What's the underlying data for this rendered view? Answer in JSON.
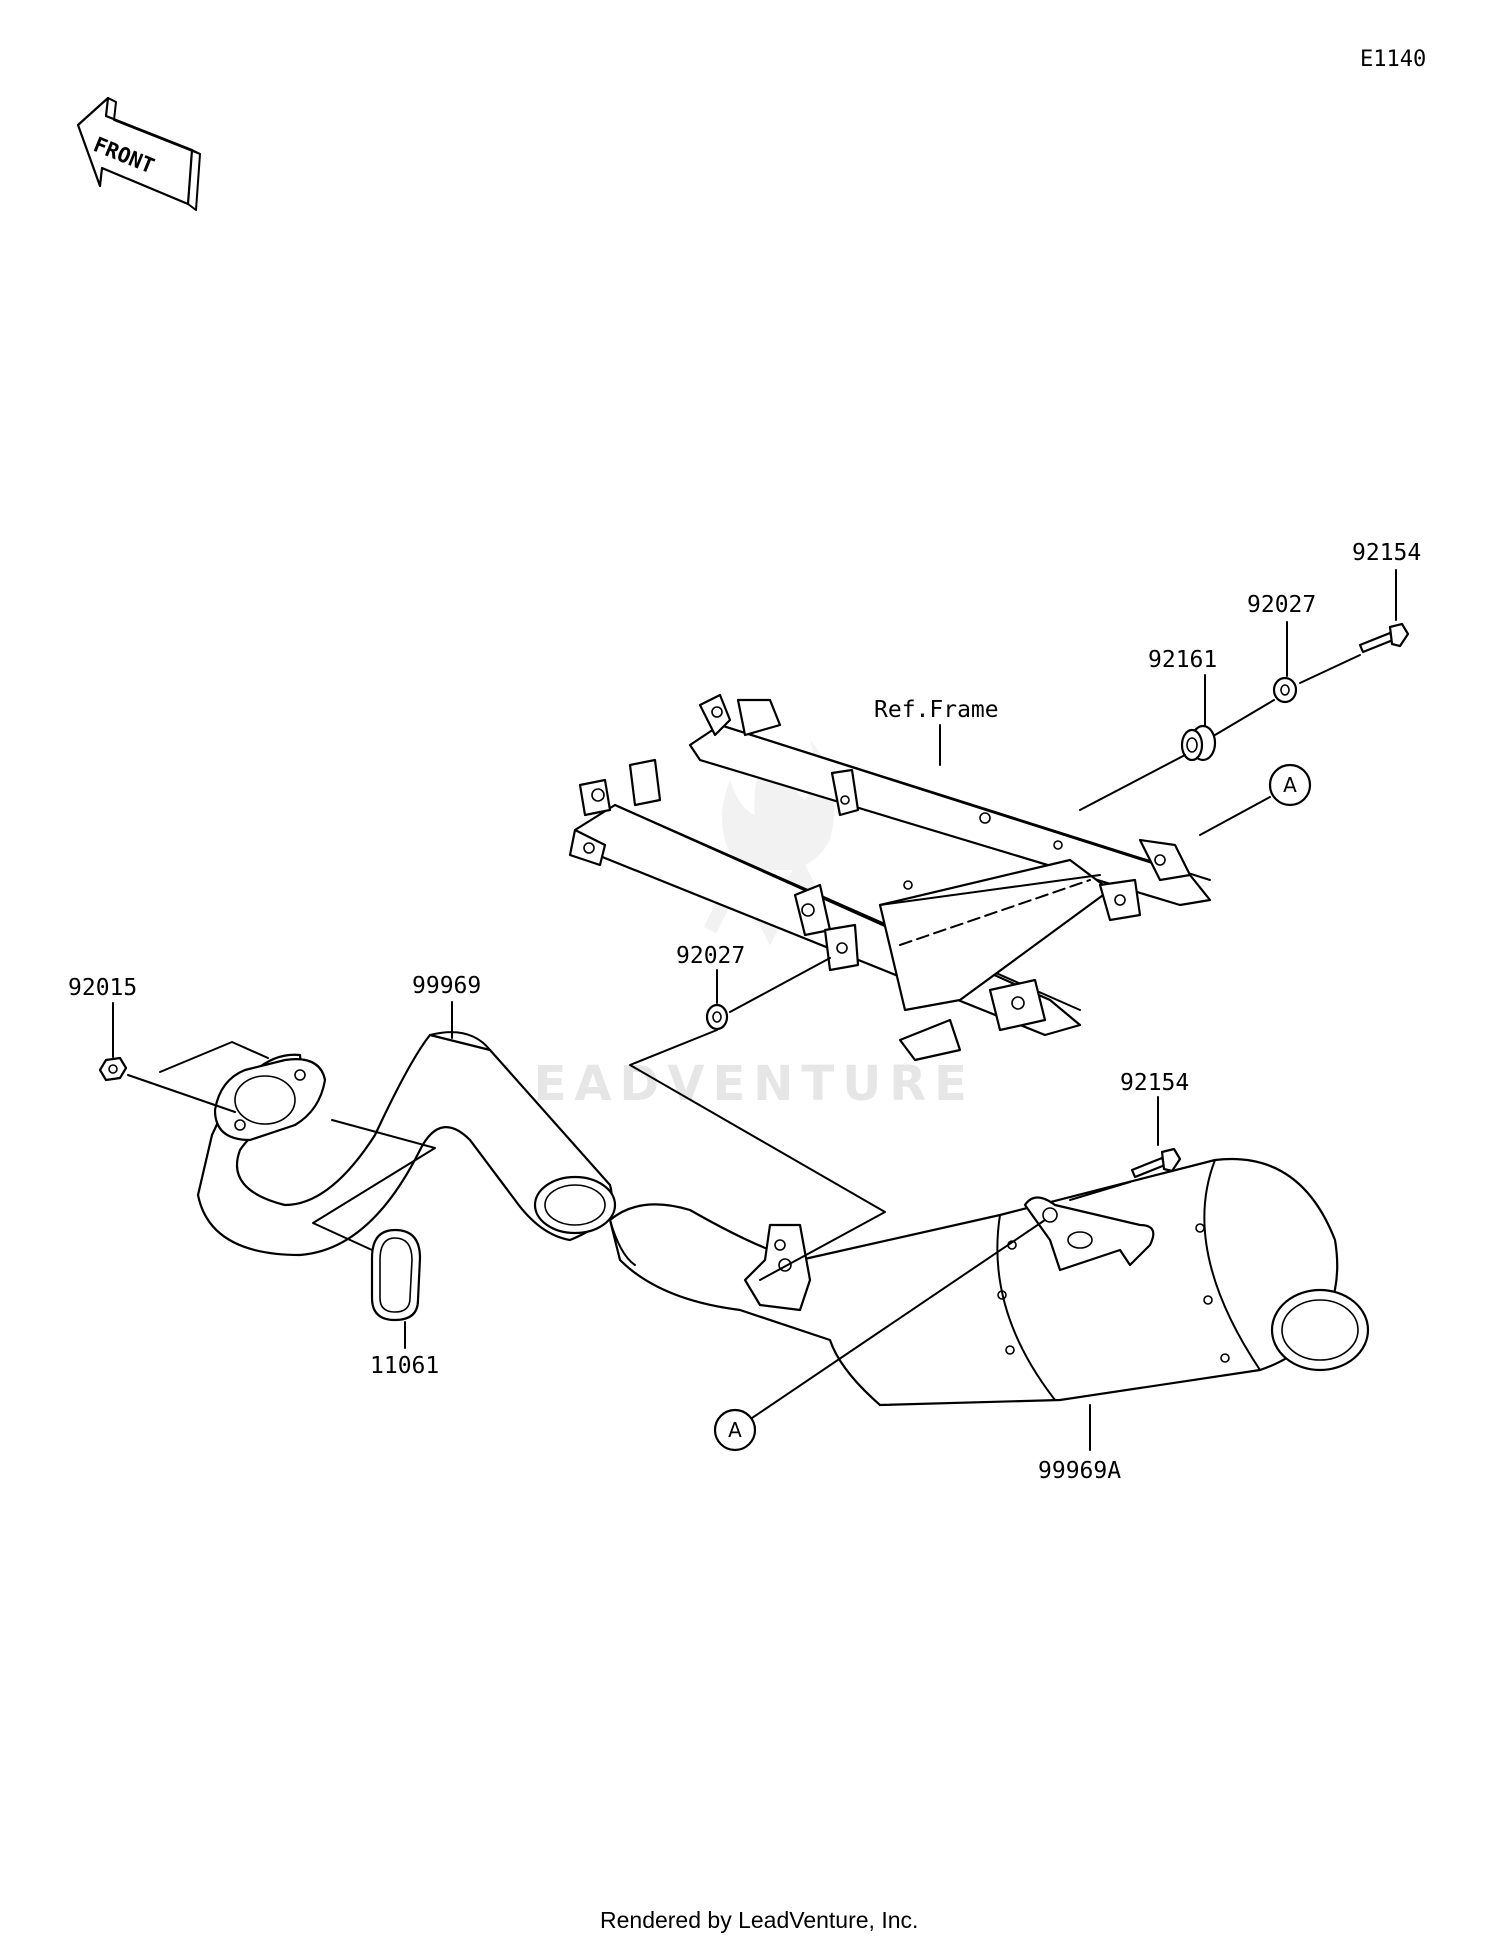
{
  "diagram_code": "E1140",
  "front_arrow": {
    "label": "FRONT",
    "icon": "front-arrow-icon"
  },
  "watermark": "LEADVENTURE",
  "reference_label": "Ref.Frame",
  "callouts": {
    "A_top": "A",
    "A_bottom": "A"
  },
  "parts": [
    {
      "id": "p92154_top",
      "number": "92154"
    },
    {
      "id": "p92027_top",
      "number": "92027"
    },
    {
      "id": "p92161",
      "number": "92161"
    },
    {
      "id": "p92027_mid",
      "number": "92027"
    },
    {
      "id": "p92015",
      "number": "92015"
    },
    {
      "id": "p99969",
      "number": "99969"
    },
    {
      "id": "p92154_bot",
      "number": "92154"
    },
    {
      "id": "p11061",
      "number": "11061"
    },
    {
      "id": "p99969A",
      "number": "99969A"
    }
  ],
  "footer": "Rendered by LeadVenture, Inc."
}
